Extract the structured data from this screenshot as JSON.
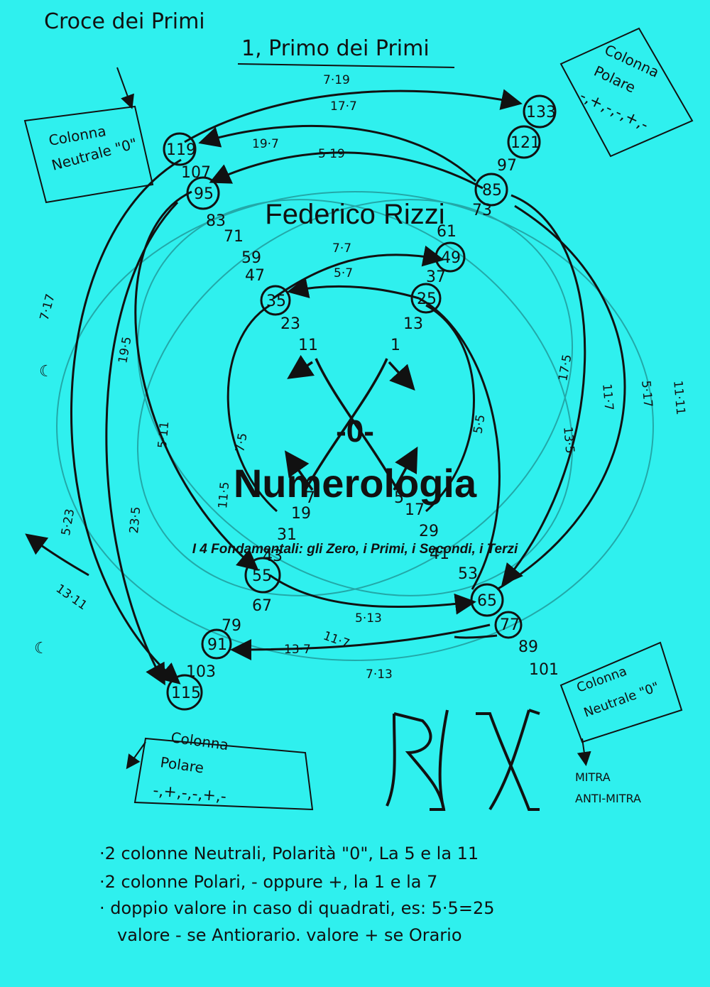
{
  "cover": {
    "author": "Federico Rizzi",
    "zero_mark": "-0-",
    "title": "Numerologia",
    "subtitle": "I 4 Fondamentali: gli Zero, i Primi, i Secondi, i Terzi"
  },
  "handwriting": {
    "heading": "Croce dei Primi",
    "subheading": "1, Primo dei Primi",
    "box_top_left": [
      "Colonna",
      "Neutrale \"0\""
    ],
    "box_top_right": [
      "Colonna",
      "Polare",
      "-,+,-,-,+,-"
    ],
    "box_bottom_right": [
      "Colonna",
      "Neutrale \"0\""
    ],
    "box_bottom_left": [
      "Colonna",
      "Polare",
      "-,+,-,-,+,-"
    ],
    "mitra": [
      "MITRA",
      "ANTI-MITRA"
    ],
    "notes": [
      "·2 colonne Neutrali, Polarità \"0\", La 5 e la 11",
      "·2 colonne Polari, - oppure +, la 1 e la 7",
      "· doppio valore in caso di quadrati, es: 5·5=25",
      "valore - se Antiorario. valore + se Orario"
    ]
  },
  "circled_numbers": [
    "133",
    "121",
    "119",
    "95",
    "85",
    "49",
    "35",
    "25",
    "55",
    "65",
    "77",
    "91",
    "115"
  ],
  "plain_numbers": [
    "107",
    "97",
    "83",
    "73",
    "71",
    "61",
    "59",
    "47",
    "37",
    "23",
    "13",
    "11",
    "1",
    "7",
    "5",
    "19",
    "17",
    "31",
    "29",
    "43",
    "41",
    "53",
    "67",
    "79",
    "89",
    "103",
    "101"
  ],
  "products": [
    "7·19",
    "17·7",
    "19·7",
    "5·19",
    "7·7",
    "5·7",
    "7·17",
    "19·5",
    "5·11",
    "23·5",
    "5·23",
    "13·11",
    "11·5",
    "7·5",
    "5·5",
    "17·5",
    "13·5",
    "11·7",
    "5·17",
    "11·11",
    "5·13",
    "11·7",
    "13·7",
    "7·13"
  ]
}
